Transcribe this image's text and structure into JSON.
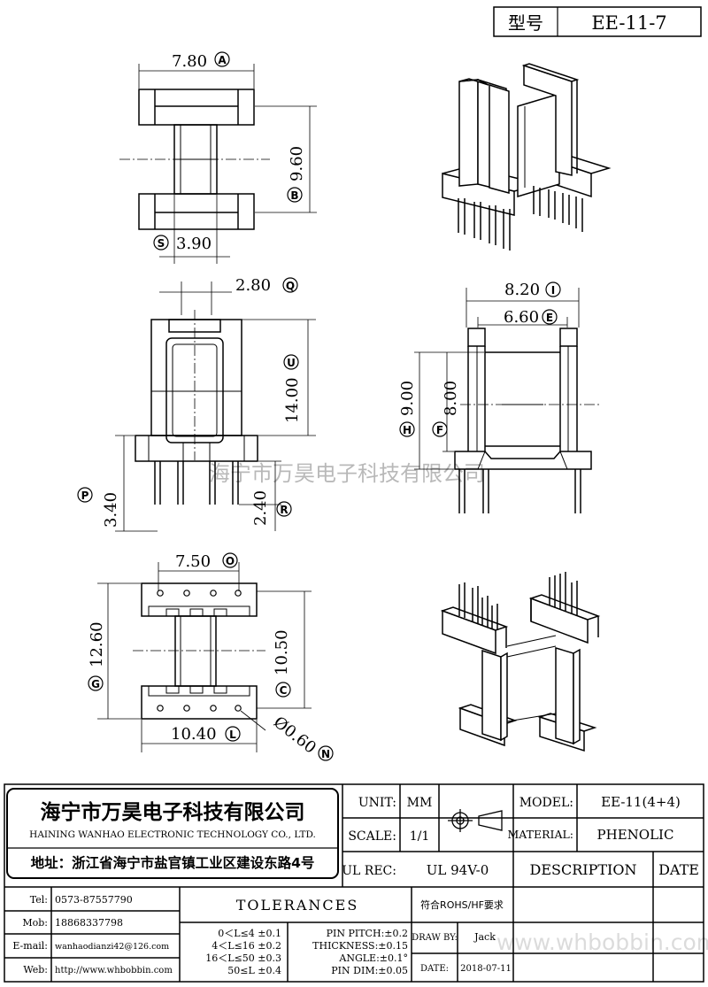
{
  "title_block": {
    "type_label": "型号",
    "type_value": "EE-11-7",
    "unit_label": "UNIT:",
    "unit_value": "MM",
    "scale_label": "SCALE:",
    "scale_value": "1/1",
    "ul_rec_label": "UL REC:",
    "ul_rec_value": "UL 94V-0",
    "model_label": "MODEL:",
    "model_value": "EE-11(4+4)",
    "material_label": "MATERIAL:",
    "material_value": "PHENOLIC",
    "description_label": "DESCRIPTION",
    "date_label": "DATE",
    "company_cn": "海宁市万昊电子科技有限公司",
    "company_en": "HAINING WANHAO ELECTRONIC TECHNOLOGY CO., LTD.",
    "address": "地址：浙江省海宁市盐官镇工业区建设东路4号",
    "tel_label": "Tel:",
    "tel_value": "0573-87557790",
    "mob_label": "Mob:",
    "mob_value": "18868337798",
    "email_label": "E-mail:",
    "email_value": "wanhaodianzi42@126.com",
    "web_label": "Web:",
    "web_value": "http://www.whbobbin.com",
    "tolerances_label": "TOLERANCES",
    "rohs": "符合ROHS/HF要求",
    "tol_1": "0＜L≤4 ±0.1",
    "tol_2": "4＜L≤16 ±0.2",
    "tol_3": "16＜L≤50 ±0.3",
    "tol_4": "50≤L ±0.4",
    "pin_pitch": "PIN PITCH:±0.2",
    "thickness": "THICKNESS:±0.15",
    "angle": "ANGLE:±0.1°",
    "pin_dim": "PIN DIM:±0.05",
    "draw_by_label": "DRAW BY:",
    "draw_by_value": "Jack",
    "date_field_label": "DATE:",
    "date_value": "2018-07-11"
  },
  "dimensions": [
    {
      "id": "A",
      "value": "7.80"
    },
    {
      "id": "B",
      "value": "9.60"
    },
    {
      "id": "S",
      "value": "3.90"
    },
    {
      "id": "Q",
      "value": "2.80"
    },
    {
      "id": "U",
      "value": "14.00"
    },
    {
      "id": "P",
      "value": "3.40"
    },
    {
      "id": "R",
      "value": "2.40"
    },
    {
      "id": "I",
      "value": "8.20"
    },
    {
      "id": "E",
      "value": "6.60"
    },
    {
      "id": "H",
      "value": "9.00"
    },
    {
      "id": "F",
      "value": "8.00"
    },
    {
      "id": "O",
      "value": "7.50"
    },
    {
      "id": "G",
      "value": "12.60"
    },
    {
      "id": "C",
      "value": "10.50"
    },
    {
      "id": "L",
      "value": "10.40"
    },
    {
      "id": "N",
      "value": "Ø0.60"
    }
  ],
  "watermark_center": "海宁市万昊电子科技有限公司",
  "watermark_corner": "www.whbobbin.com"
}
